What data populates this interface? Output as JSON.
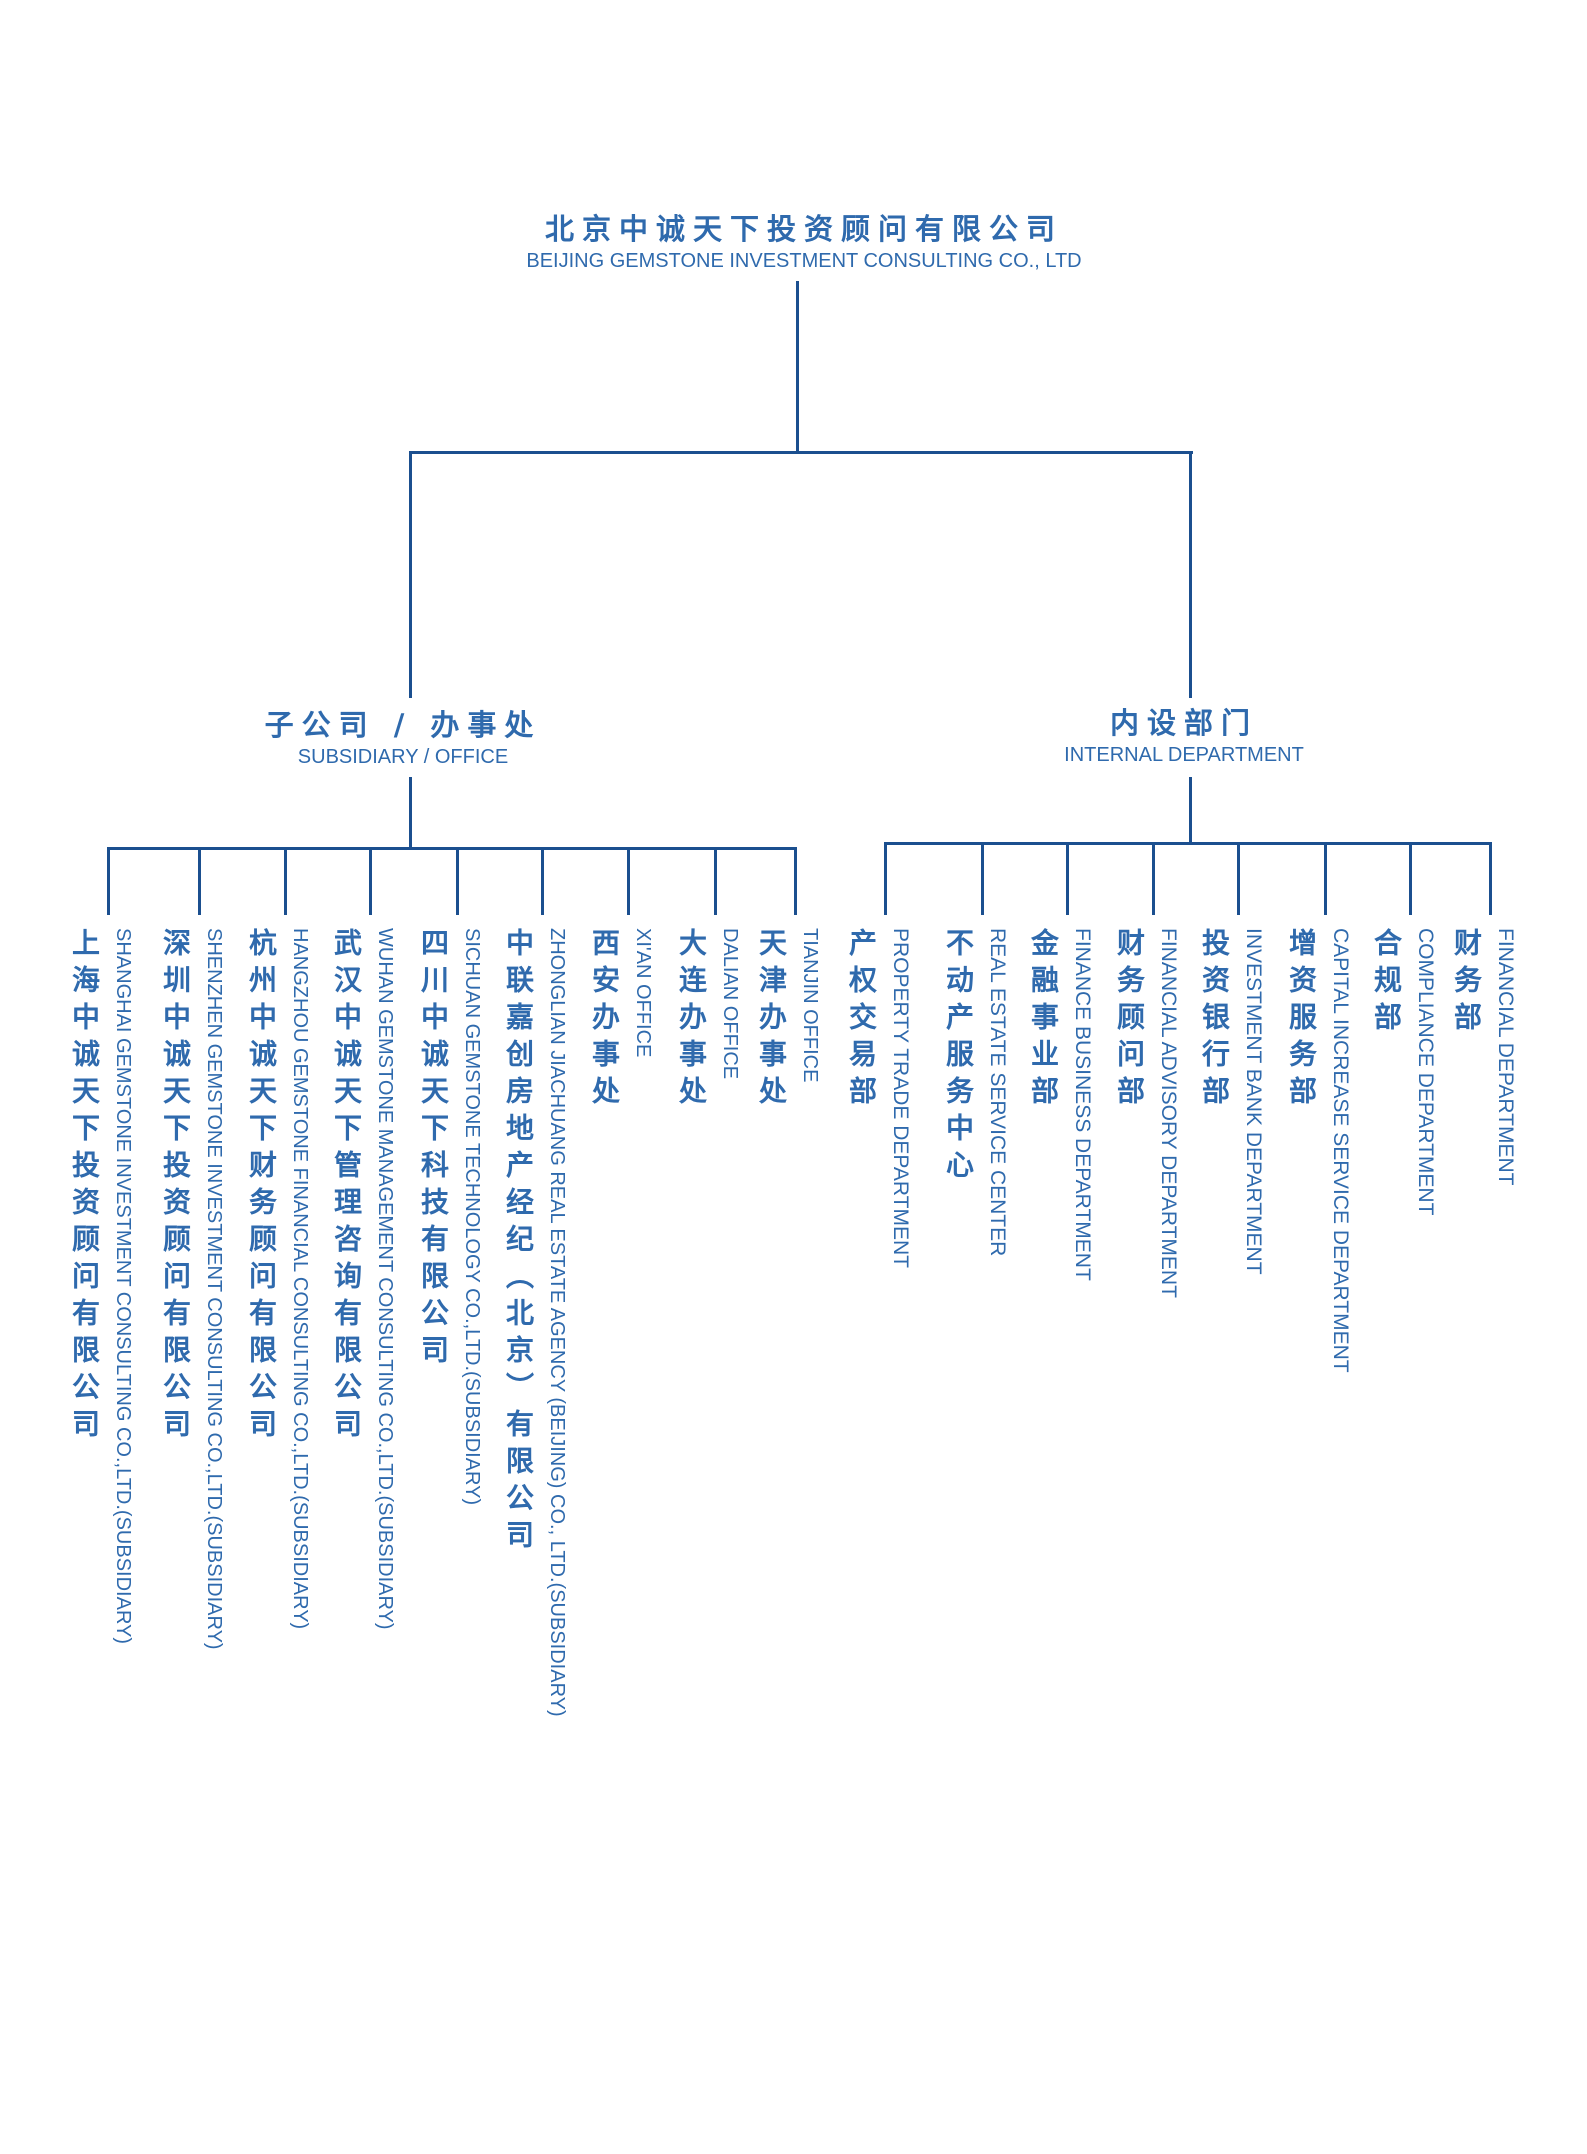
{
  "root": {
    "cn": "北京中诚天下投资顾问有限公司",
    "en": "BEIJING GEMSTONE INVESTMENT CONSULTING CO., LTD"
  },
  "subsidiary": {
    "cn": "子公司 / 办事处",
    "en": "SUBSIDIARY / OFFICE",
    "children": [
      {
        "cn": "上海中诚天下投资顾问有限公司",
        "en": "SHANGHAI GEMSTONE INVESTMENT CONSULTING CO.,LTD.(SUBSIDIARY)"
      },
      {
        "cn": "深圳中诚天下投资顾问有限公司",
        "en": "SHENZHEN GEMSTONE INVESTMENT CONSULTING CO.,LTD.(SUBSIDIARY)"
      },
      {
        "cn": "杭州中诚天下财务顾问有限公司",
        "en": "HANGZHOU GEMSTONE FINANCIAL CONSULTING CO.,LTD.(SUBSIDIARY)"
      },
      {
        "cn": "武汉中诚天下管理咨询有限公司",
        "en": "WUHAN GEMSTONE MANAGEMENT CONSULTING CO.,LTD.(SUBSIDIARY)"
      },
      {
        "cn": "四川中诚天下科技有限公司",
        "en": "SICHUAN GEMSTONE TECHNOLOGY CO.,LTD.(SUBSIDIARY)"
      },
      {
        "cn": "中联嘉创房地产经纪（北京）有限公司",
        "en": "ZHONGLIAN JIACHUANG REAL ESTATE AGENCY (BEIJING) CO., LTD.(SUBSIDIARY)"
      },
      {
        "cn": "西安办事处",
        "en": "XI'AN OFFICE"
      },
      {
        "cn": "大连办事处",
        "en": "DALIAN OFFICE"
      },
      {
        "cn": "天津办事处",
        "en": "TIANJIN OFFICE"
      }
    ]
  },
  "internal": {
    "cn": "内设部门",
    "en": "INTERNAL DEPARTMENT",
    "children": [
      {
        "cn": "产权交易部",
        "en": "PROPERTY TRADE DEPARTMENT"
      },
      {
        "cn": "不动产服务中心",
        "en": "REAL ESTATE SERVICE CENTER"
      },
      {
        "cn": "金融事业部",
        "en": "FINANCE BUSINESS DEPARTMENT"
      },
      {
        "cn": "财务顾问部",
        "en": "FINANCIAL ADVISORY  DEPARTMENT"
      },
      {
        "cn": "投资银行部",
        "en": "INVESTMENT BANK DEPARTMENT"
      },
      {
        "cn": "增资服务部",
        "en": "CAPITAL INCREASE SERVICE DEPARTMENT"
      },
      {
        "cn": "合规部",
        "en": "COMPLIANCE  DEPARTMENT"
      },
      {
        "cn": "财务部",
        "en": "FINANCIAL DEPARTMENT"
      }
    ]
  },
  "colors": {
    "text": "#2f6aad",
    "line": "#1b4f8f"
  }
}
